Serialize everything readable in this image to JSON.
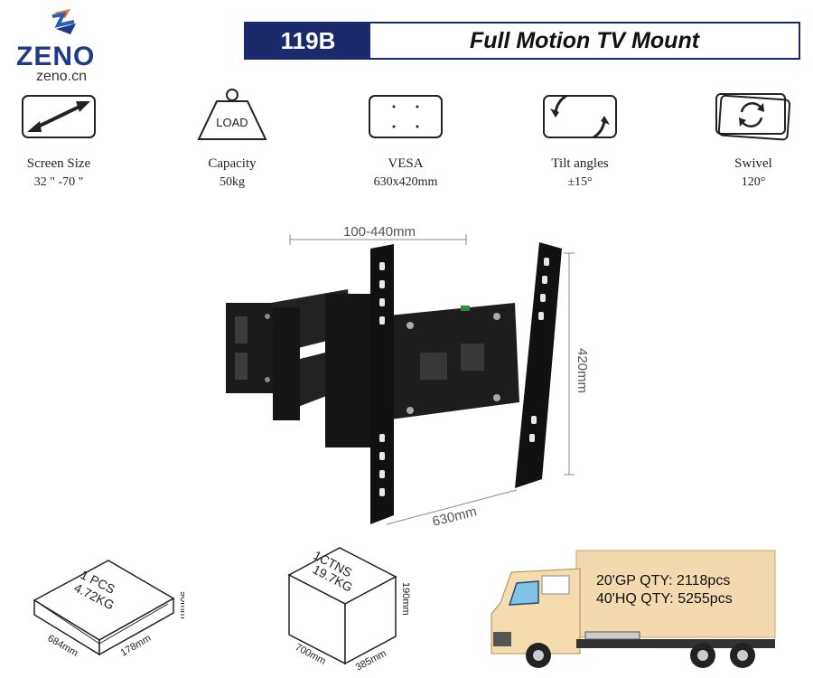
{
  "brand": {
    "name": "ZENO",
    "url": "zeno.cn"
  },
  "header": {
    "model": "119B",
    "product_name": "Full Motion TV Mount"
  },
  "specs": [
    {
      "icon": "diagonal-arrow-icon",
      "label": "Screen Size",
      "value": "32 \" -70 \""
    },
    {
      "icon": "load-weight-icon",
      "label": "Capacity",
      "value": "50kg",
      "icon_text": "LOAD"
    },
    {
      "icon": "vesa-pattern-icon",
      "label": "VESA",
      "value": "630x420mm"
    },
    {
      "icon": "tilt-arrows-icon",
      "label": "Tilt angles",
      "value": "±15°"
    },
    {
      "icon": "swivel-icon",
      "label": "Swivel",
      "value": "120°"
    }
  ],
  "mount_dimensions": {
    "arm_range": "100-440mm",
    "height": "420mm",
    "width": "630mm"
  },
  "single_box": {
    "qty": "1 PCS",
    "weight": "4.72KG",
    "length": "684mm",
    "width": "178mm",
    "height": "90mm"
  },
  "carton": {
    "qty": "1CTNS",
    "weight": "19.7KG",
    "length": "700mm",
    "width": "385mm",
    "height": "190mm"
  },
  "shipping": {
    "gp20": "20'GP QTY: 2118pcs",
    "hq40": "40'HQ QTY: 5255pcs"
  },
  "colors": {
    "brand_blue": "#1b2a6b",
    "truck_cargo": "#f2d9ae",
    "mount_black": "#1a1a1a"
  }
}
